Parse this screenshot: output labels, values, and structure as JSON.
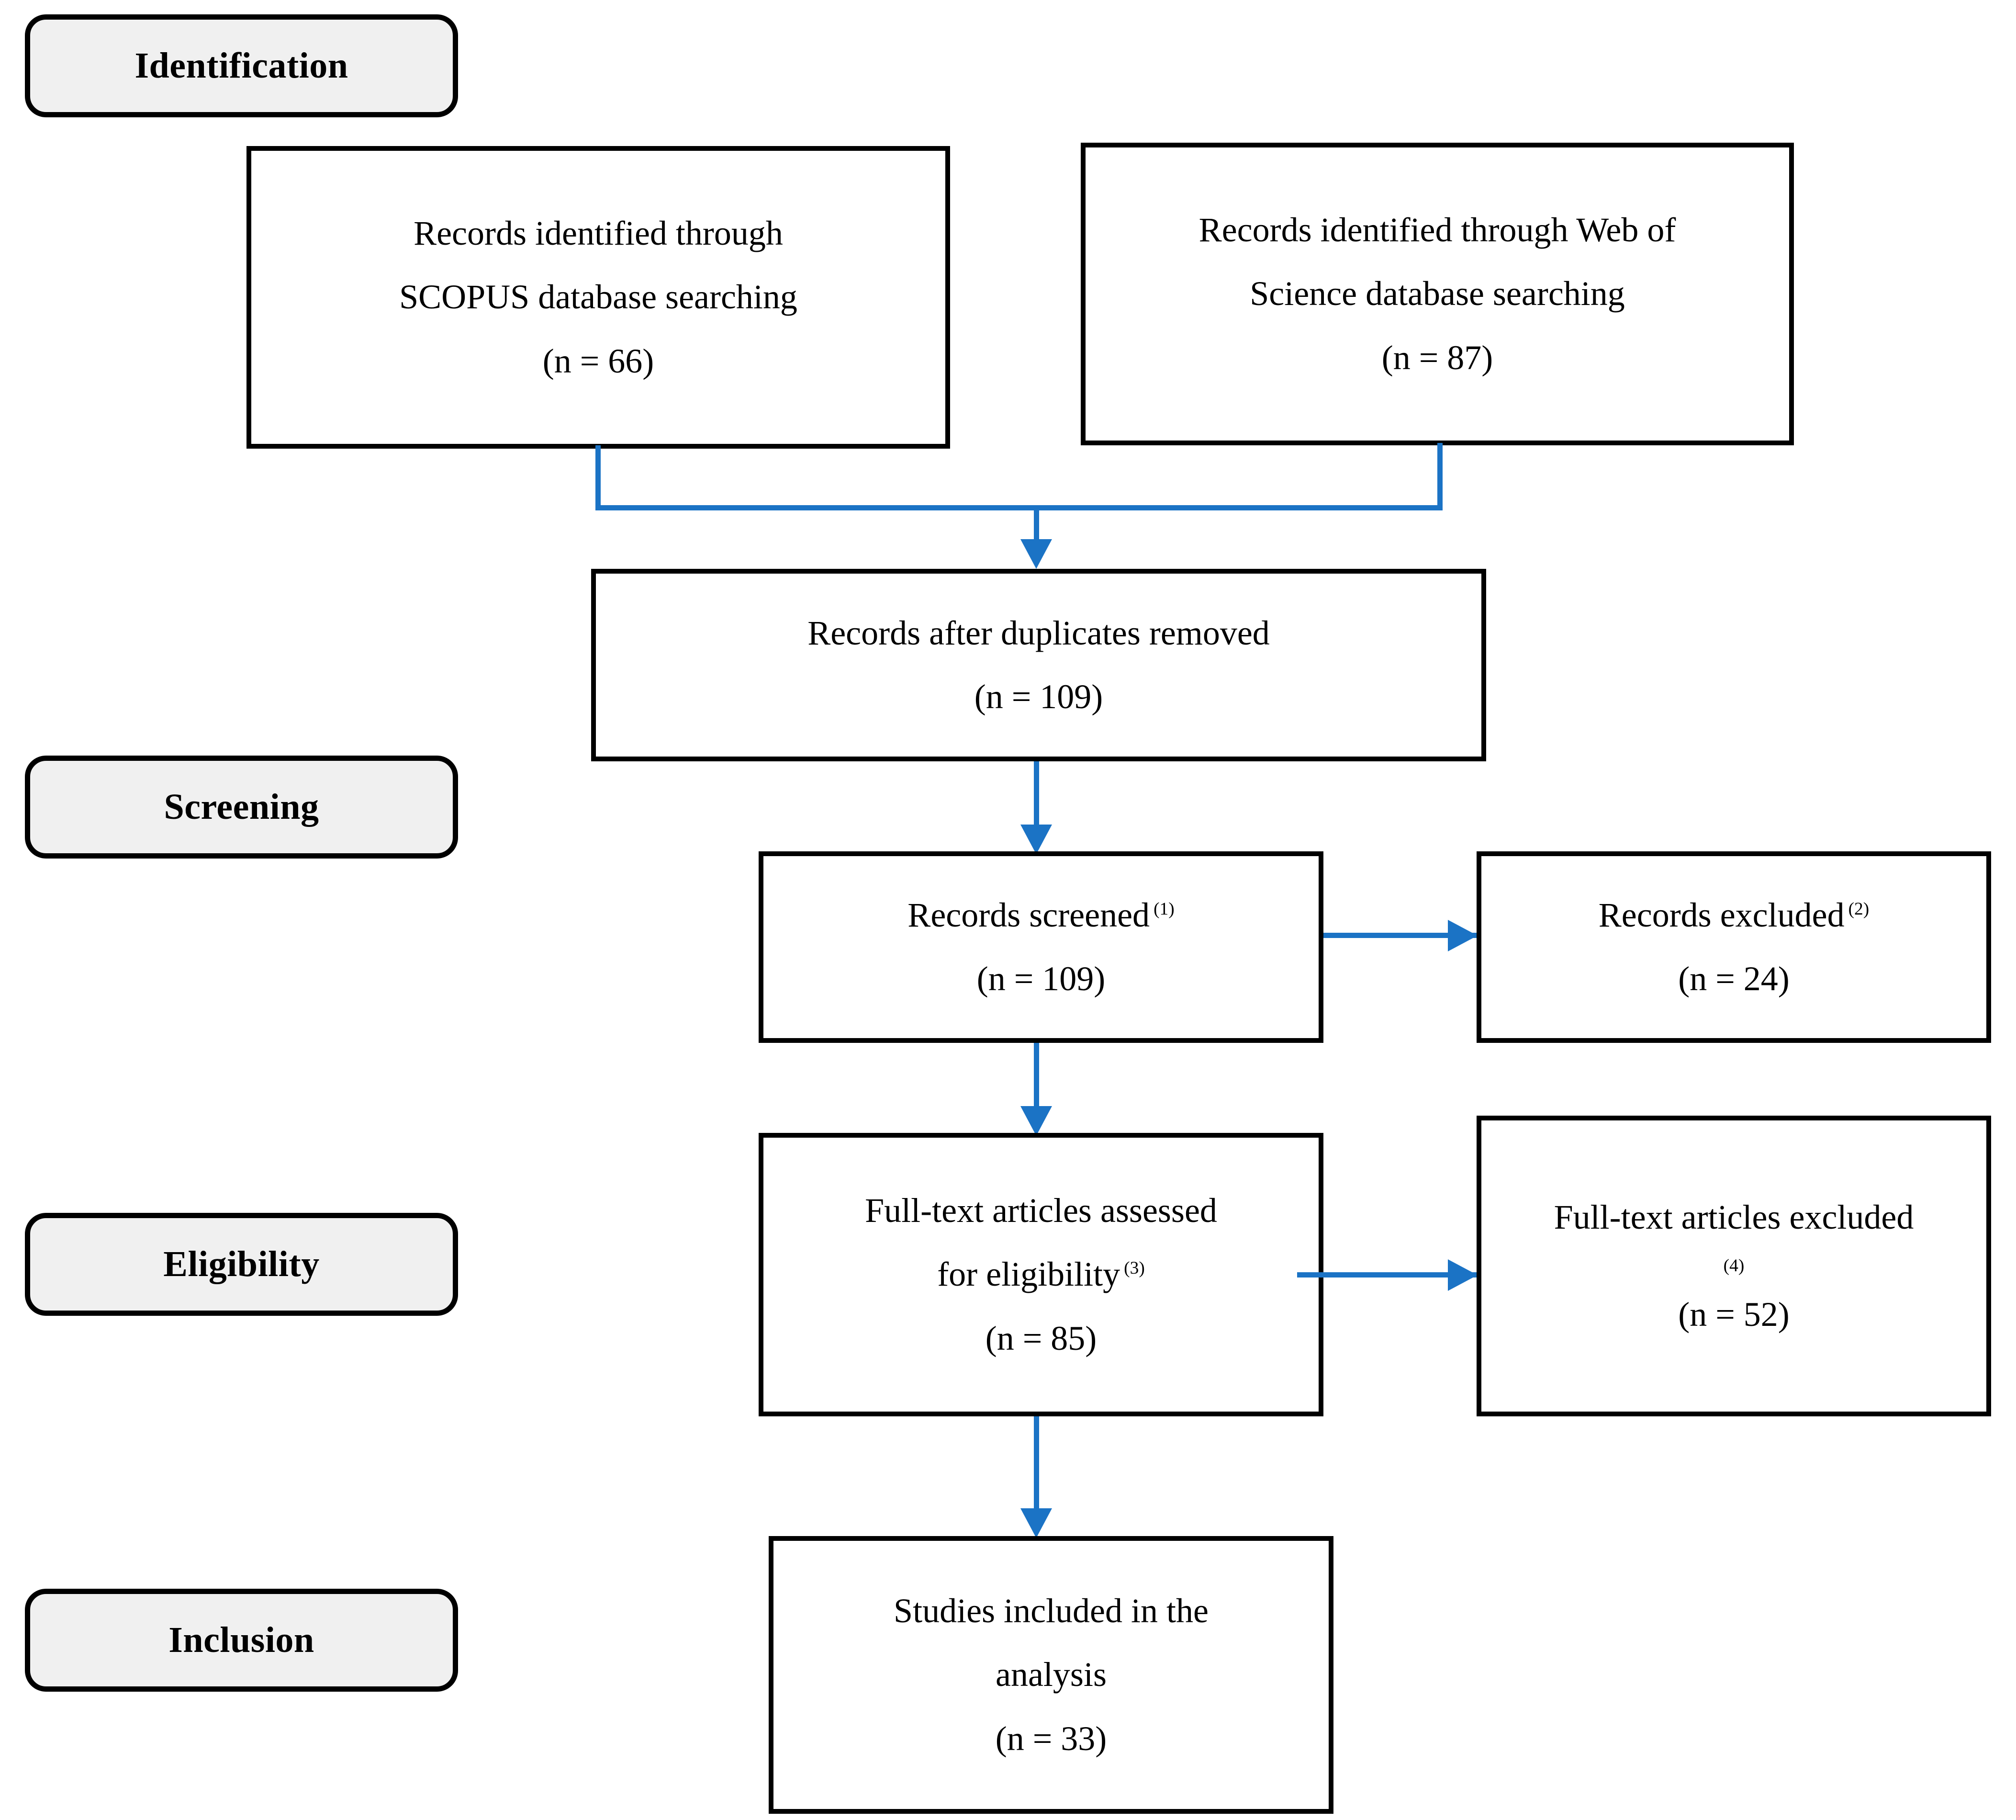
{
  "diagram": {
    "type": "prisma-flow-diagram",
    "accent_color": "#1b73c5",
    "box_border_color": "#000000",
    "stage_fill_color": "#f0f0f0",
    "page_background": "#ffffff"
  },
  "stages": [
    {
      "id": "identification",
      "label": "Identification"
    },
    {
      "id": "screening",
      "label": "Screening"
    },
    {
      "id": "eligibility",
      "label": "Eligibility"
    },
    {
      "id": "inclusion",
      "label": "Inclusion"
    }
  ],
  "boxes": {
    "scopus": {
      "line1": "Records identified through",
      "line2": "SCOPUS database searching",
      "count": "(n = 66)"
    },
    "wos": {
      "line1": "Records identified through Web of",
      "line2": "Science database searching",
      "count": "(n = 87)"
    },
    "duplicates_removed": {
      "line1": "Records after duplicates removed",
      "count": "(n = 109)"
    },
    "records_screened": {
      "line1": "Records screened",
      "note": "(1)",
      "count": "(n = 109)"
    },
    "records_excluded": {
      "line1": "Records excluded",
      "note": "(2)",
      "count": "(n = 24)"
    },
    "fulltext_assessed": {
      "line1": "Full-text articles assessed",
      "line2": "for eligibility",
      "note": "(3)",
      "count": "(n = 85)"
    },
    "fulltext_excluded": {
      "line1": "Full-text articles excluded",
      "note": "(4)",
      "count": "(n = 52)"
    },
    "studies_included": {
      "line1": "Studies included in the",
      "line2": "analysis",
      "count": "(n = 33)"
    }
  },
  "flow_counts": {
    "scopus_records": 66,
    "web_of_science_records": 87,
    "after_duplicates_removed": 109,
    "records_screened": 109,
    "records_excluded": 24,
    "fulltext_assessed": 85,
    "fulltext_excluded": 52,
    "studies_included": 33
  }
}
